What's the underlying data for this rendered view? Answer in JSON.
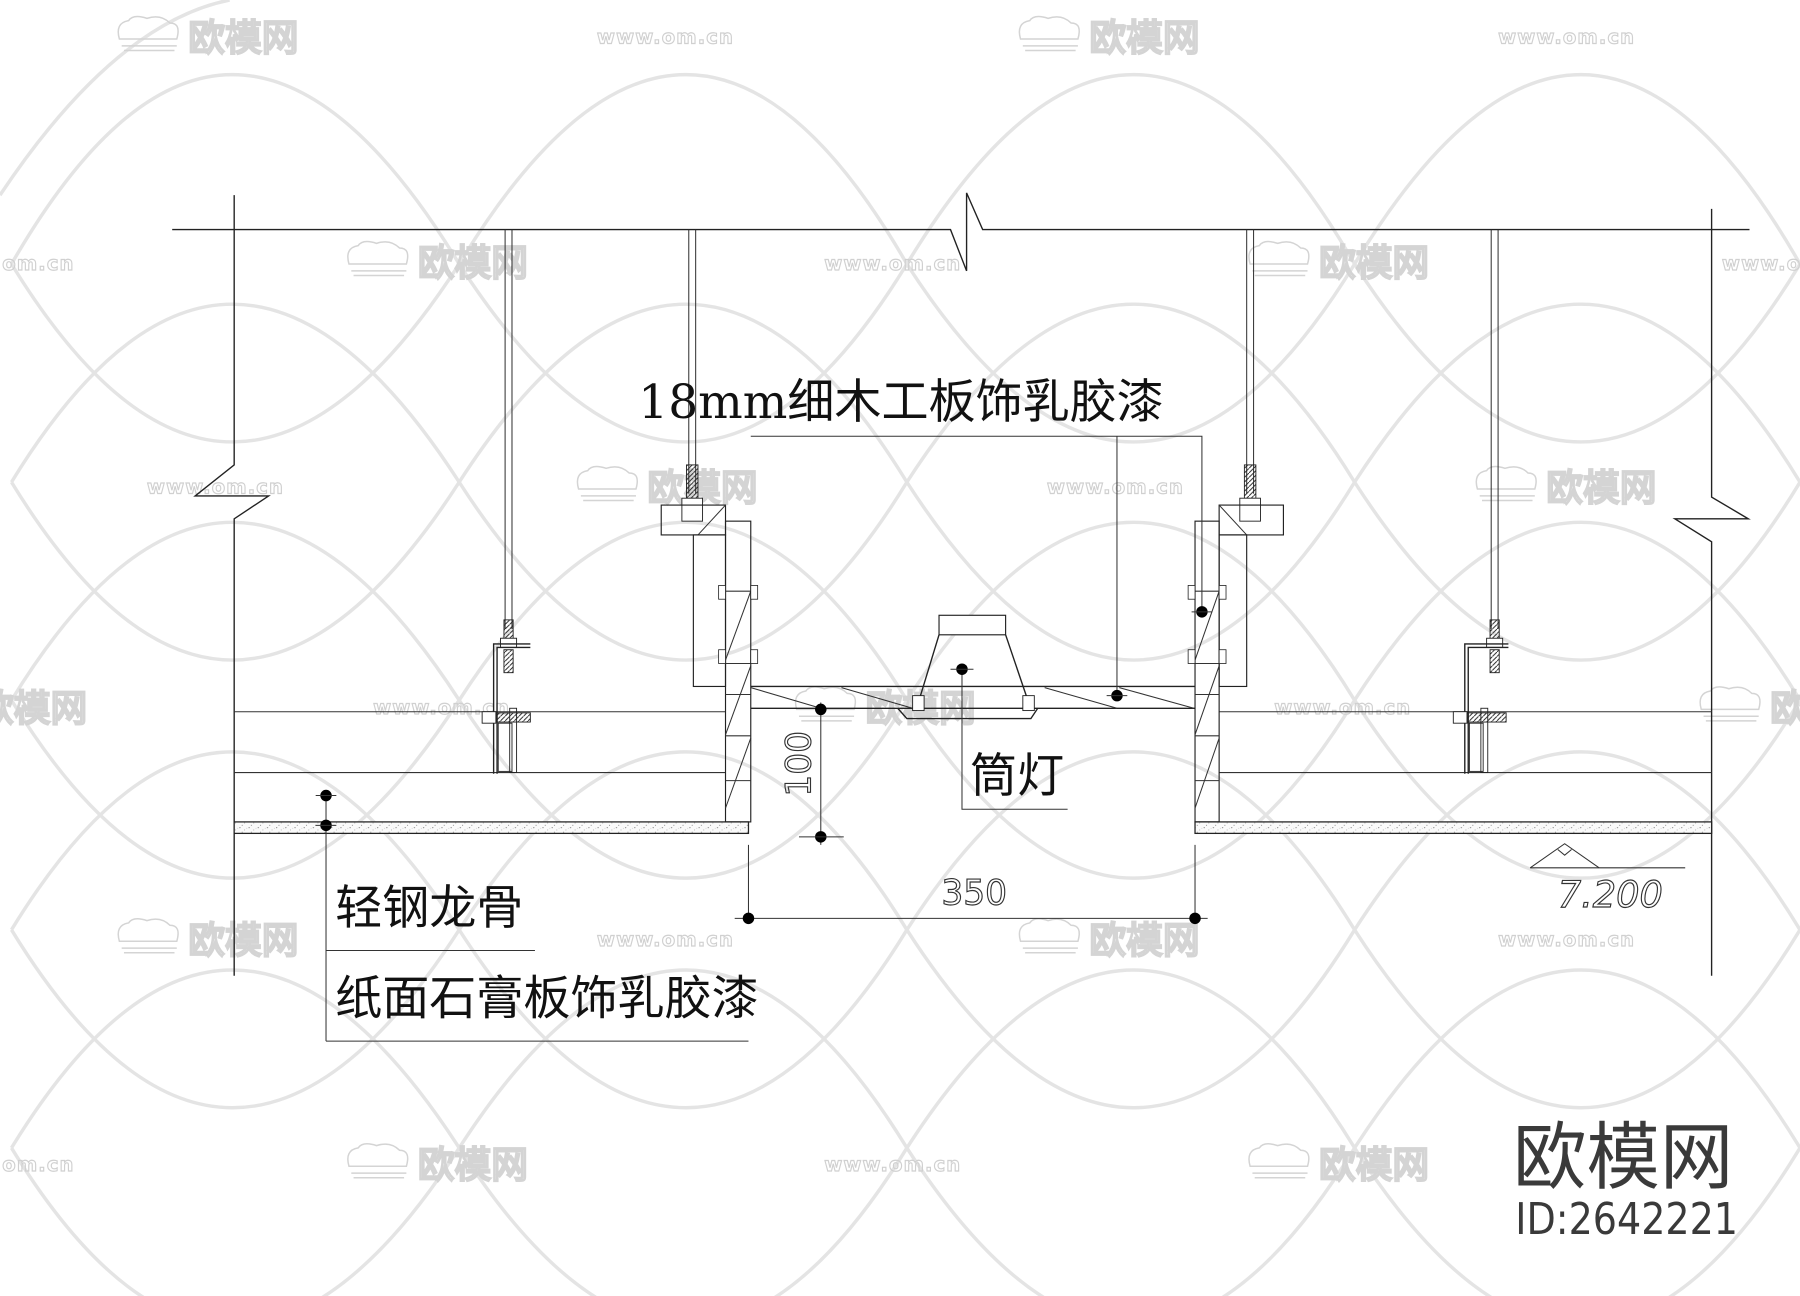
{
  "drawing": {
    "title": "Ceiling downlight trough section detail",
    "annotations": {
      "board_label": "18mm细木工板饰乳胶漆",
      "downlight_label": "筒灯",
      "keel_label": "轻钢龙骨",
      "gypsum_label": "纸面石膏板饰乳胶漆"
    },
    "dimensions": {
      "width_value": "350",
      "depth_value": "100"
    },
    "elevation": {
      "value": "7.200"
    }
  },
  "watermark": {
    "brand": "欧模网",
    "url": "www.om.cn",
    "url_short": "om.cn"
  },
  "branding": {
    "logo_text": "欧模网",
    "id_text": "ID:2642221",
    "color": "#3a3a3a"
  }
}
